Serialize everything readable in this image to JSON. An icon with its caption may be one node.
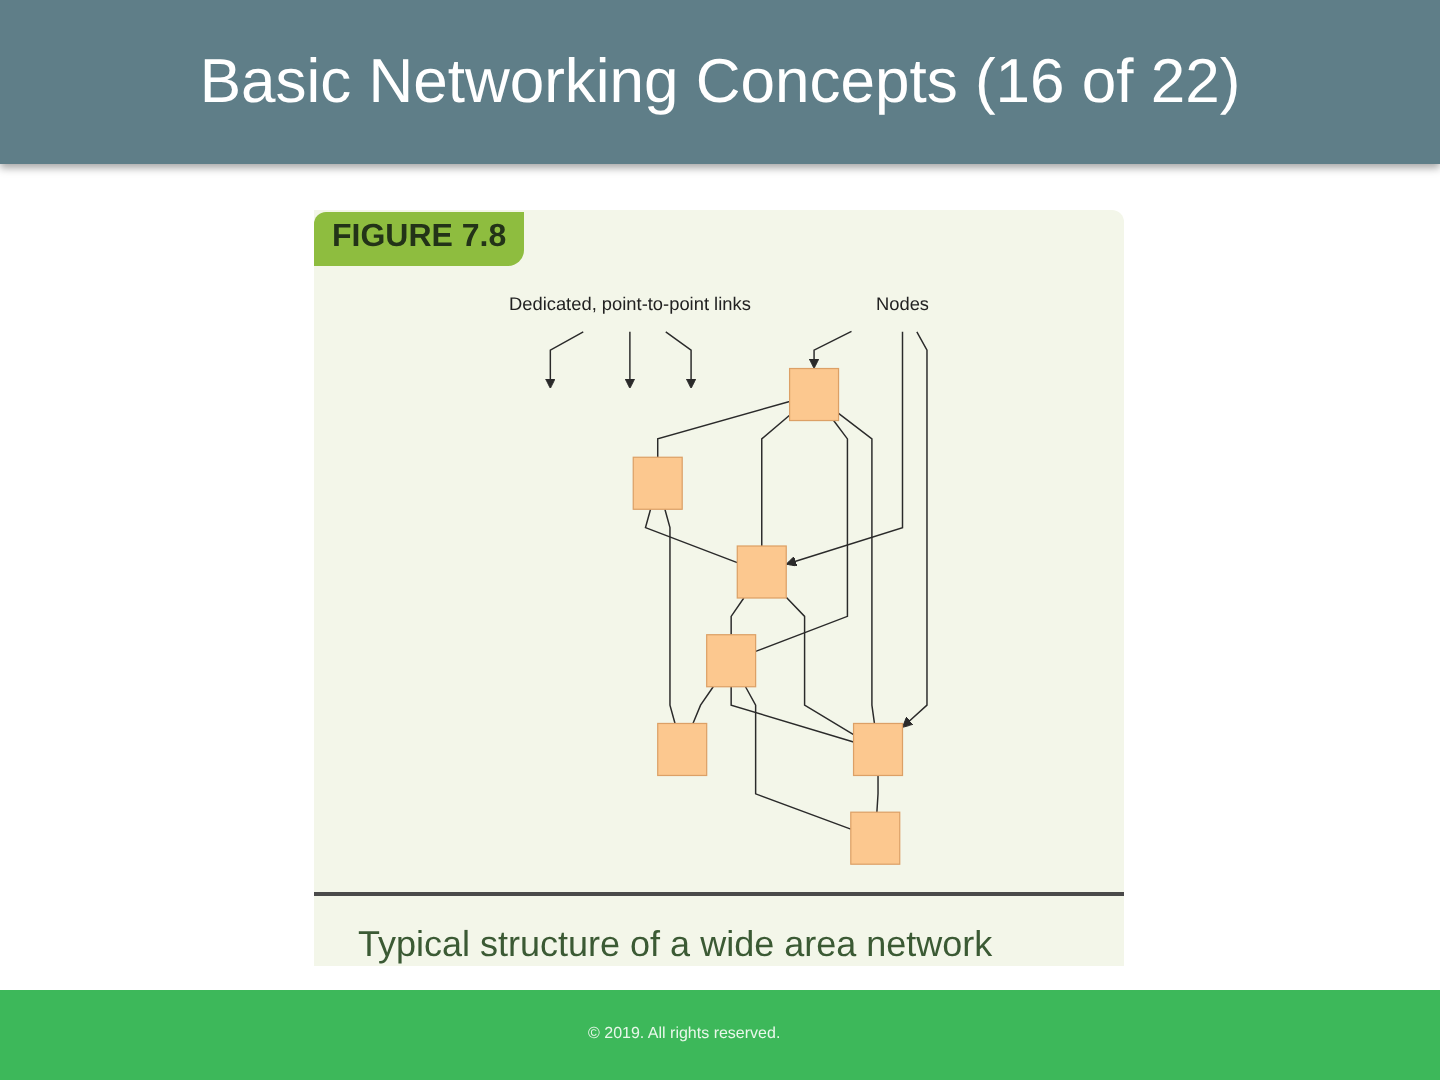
{
  "diagram": {
    "title": "Basic Networking Concepts (16 of 22)",
    "nodes": [
      {
        "text": [],
        "shape": "box"
      },
      {
        "text": [],
        "shape": "box"
      },
      {
        "text": [],
        "shape": "box"
      },
      {
        "text": [],
        "shape": "box"
      },
      {
        "text": [],
        "shape": "box"
      },
      {
        "text": [],
        "shape": "box"
      },
      {
        "text": [],
        "shape": "box"
      },
      {
        "text": [
          "Nodes"
        ]
      },
      {
        "text": [
          "Dedicated, point-to-point links"
        ]
      }
    ],
    "edges": [
      {
        "from": 0,
        "to": 1,
        "arrow": "none"
      },
      {
        "from": 0,
        "to": 2,
        "arrow": "none"
      },
      {
        "from": 0,
        "to": 3,
        "arrow": "none"
      },
      {
        "from": 0,
        "to": 5,
        "arrow": "none"
      },
      {
        "from": 1,
        "to": 2,
        "arrow": "none"
      },
      {
        "from": 1,
        "to": 4,
        "arrow": "none"
      },
      {
        "from": 2,
        "to": 3,
        "arrow": "none"
      },
      {
        "from": 2,
        "to": 5,
        "arrow": "none"
      },
      {
        "from": 3,
        "to": 4,
        "arrow": "none"
      },
      {
        "from": 3,
        "to": 5,
        "arrow": "none"
      },
      {
        "from": 3,
        "to": 6,
        "arrow": "none"
      },
      {
        "from": 5,
        "to": 6,
        "arrow": "none"
      },
      {
        "from": 7,
        "to": 0,
        "arrow": "to"
      },
      {
        "from": 7,
        "to": 2,
        "arrow": "to"
      },
      {
        "from": 7,
        "to": 5,
        "arrow": "to"
      },
      {
        "from": 8,
        "to": null,
        "arrow": "to"
      },
      {
        "from": 8,
        "to": null,
        "arrow": "to"
      },
      {
        "from": 8,
        "to": null,
        "arrow": "to"
      }
    ],
    "caption": "Typical structure of a wide area network",
    "labels": [
      "FIGURE 7.8",
      "© 2019. All rights reserved."
    ]
  }
}
